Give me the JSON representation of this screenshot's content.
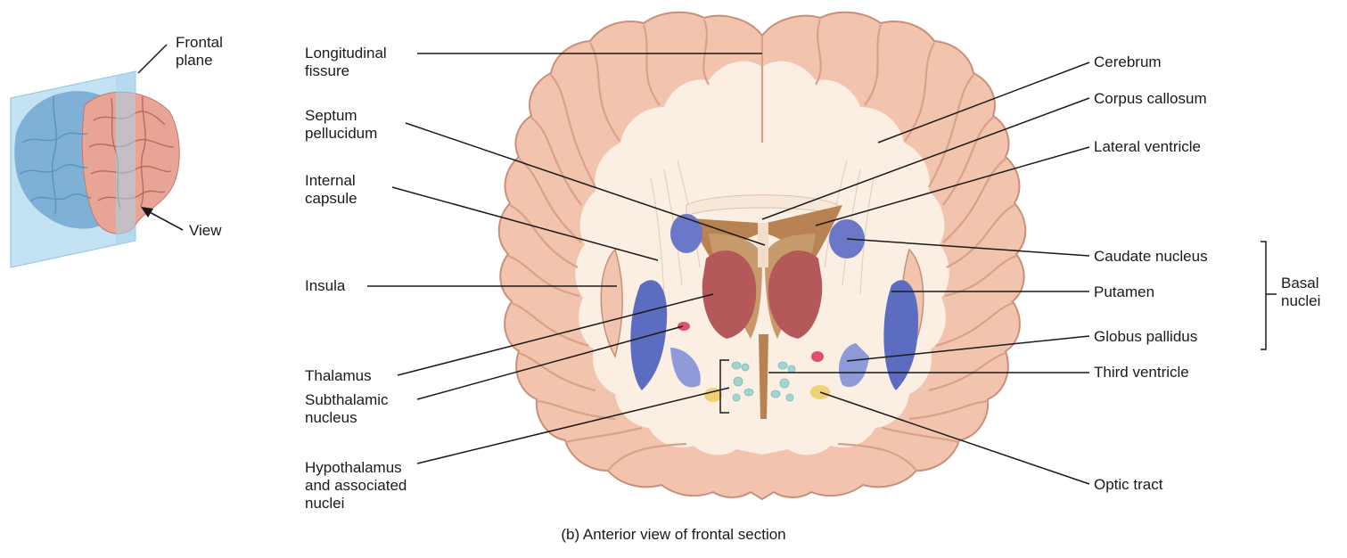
{
  "inset": {
    "plane_label": [
      "Frontal",
      "plane"
    ],
    "view_label": "View"
  },
  "labels_left": {
    "longitudinal_fissure": [
      "Longitudinal",
      "fissure"
    ],
    "septum_pellucidum": [
      "Septum",
      "pellucidum"
    ],
    "internal_capsule": [
      "Internal",
      "capsule"
    ],
    "insula": "Insula",
    "thalamus": "Thalamus",
    "subthalamic_nucleus": [
      "Subthalamic",
      "nucleus"
    ],
    "hypothalamus": [
      "Hypothalamus",
      "and associated",
      "nuclei"
    ]
  },
  "labels_right": {
    "cerebrum": "Cerebrum",
    "corpus_callosum": "Corpus callosum",
    "lateral_ventricle": "Lateral ventricle",
    "caudate_nucleus": "Caudate nucleus",
    "putamen": "Putamen",
    "globus_pallidus": "Globus pallidus",
    "third_ventricle": "Third ventricle",
    "optic_tract": "Optic tract"
  },
  "group_label": [
    "Basal",
    "nuclei"
  ],
  "caption": "(b) Anterior view of frontal section",
  "colors": {
    "cortex": "#f2c4ae",
    "white_matter": "#fbeee2",
    "outline": "#c98f7a",
    "caudate": "#6b78c8",
    "putamen": "#5c6cc0",
    "globus_pallidus": "#8f9ad8",
    "thalamus": "#b5585a",
    "ventricle": "#b88252",
    "subthalamic": "#e0506c",
    "hypothalamus_nuclei": "#9fd6d2",
    "optic_tract": "#f0d070",
    "plane": "#a9d4ec",
    "inset_brain_front": "#e8a596",
    "inset_brain_back": "#7fb1d6"
  }
}
